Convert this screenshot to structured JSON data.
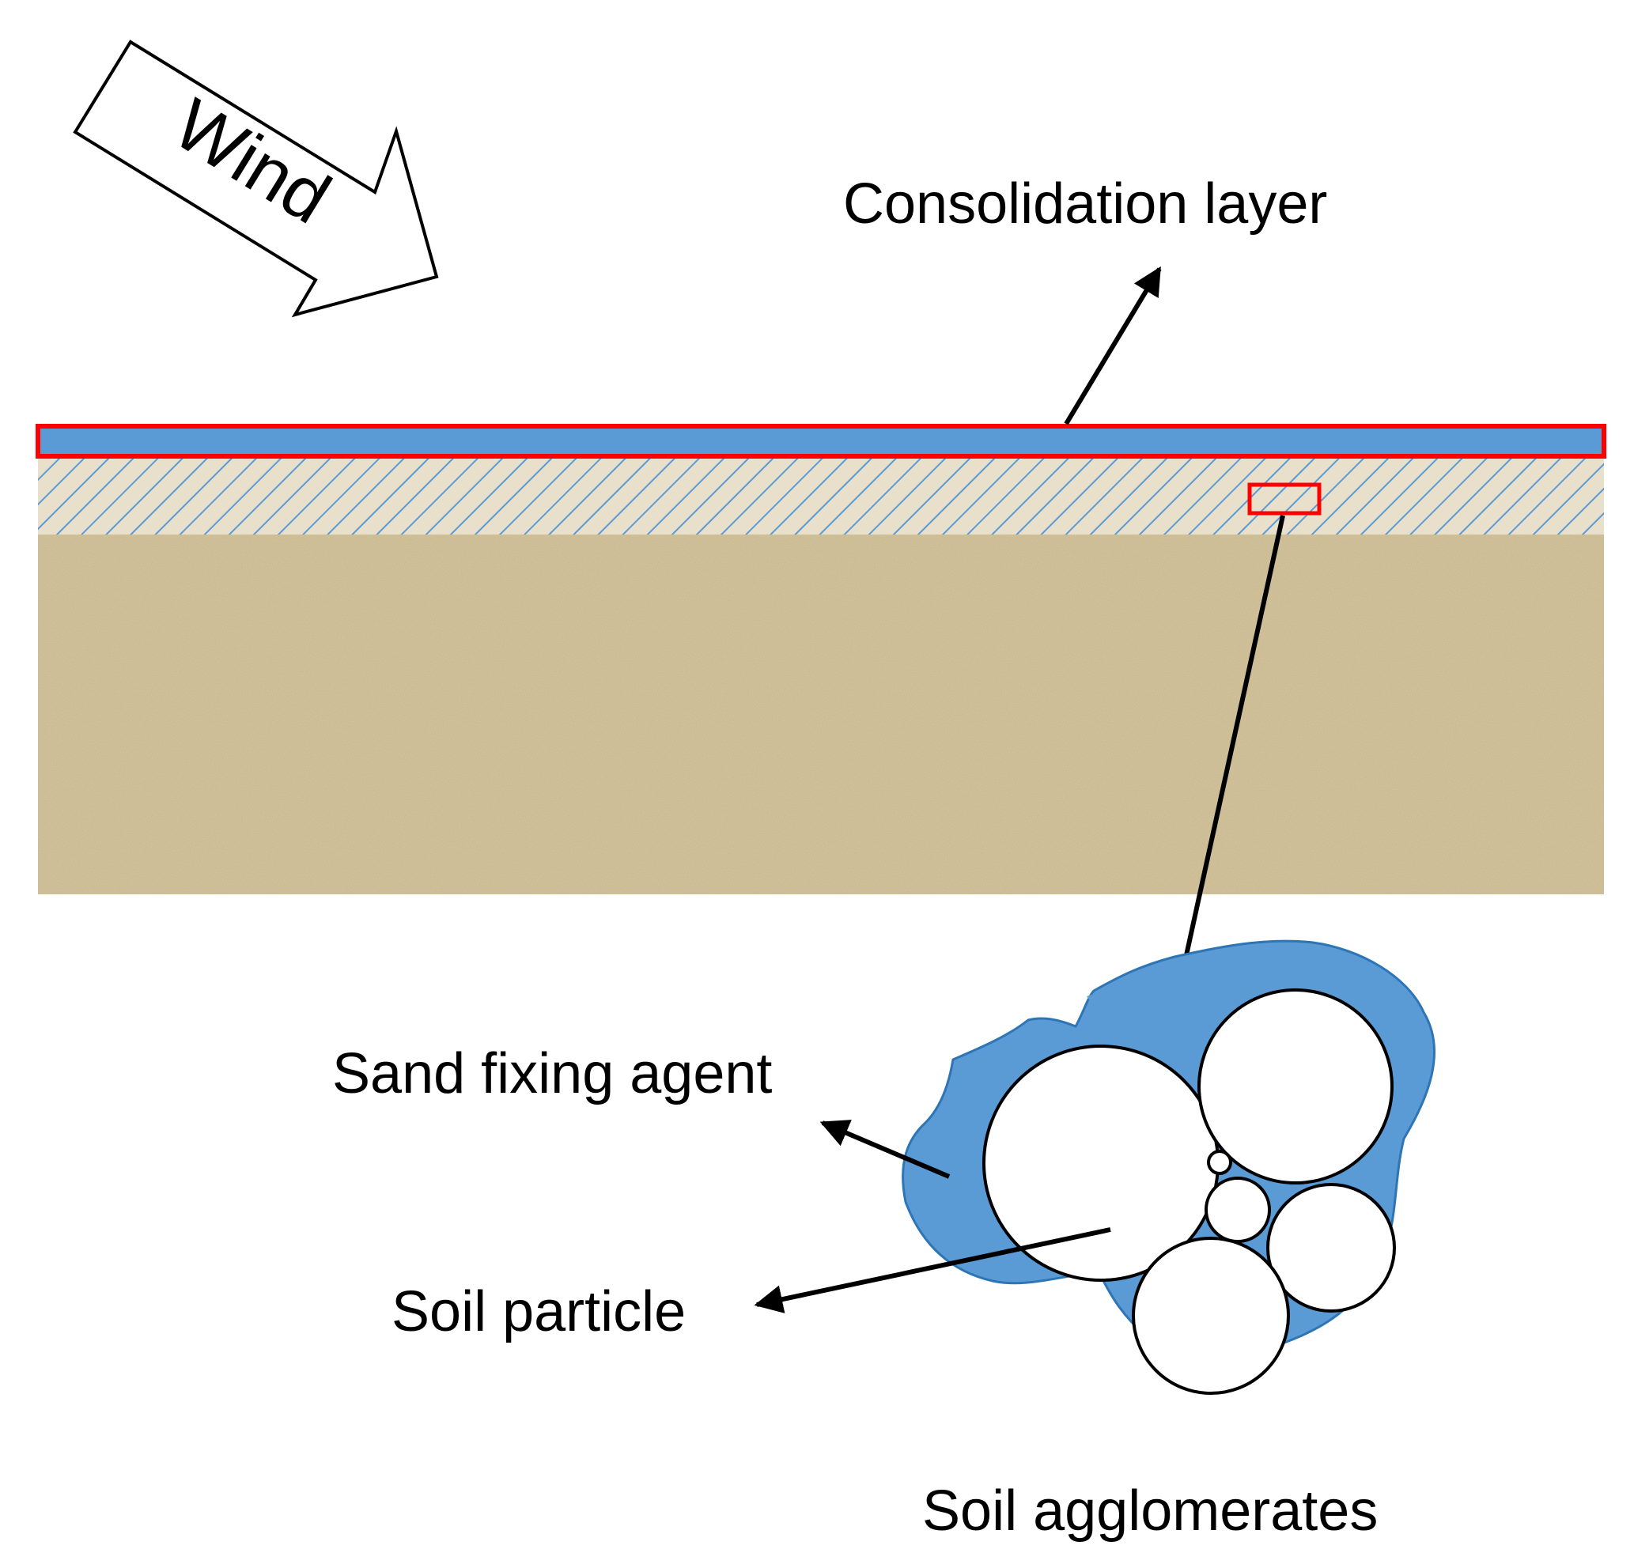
{
  "labels": {
    "wind": "Wind",
    "consolidation_layer": "Consolidation layer",
    "sand_fixing_agent": "Sand fixing agent",
    "soil_particle": "Soil particle",
    "soil_agglomerates": "Soil agglomerates"
  },
  "colors": {
    "consolidation_fill": "#5b9bd5",
    "highlight_outline": "#ff0000",
    "hatch": "#5b9bd5",
    "sand": "#c2ae7e",
    "agent": "#5b9bd5",
    "particle": "#ffffff",
    "ink": "#000000"
  }
}
